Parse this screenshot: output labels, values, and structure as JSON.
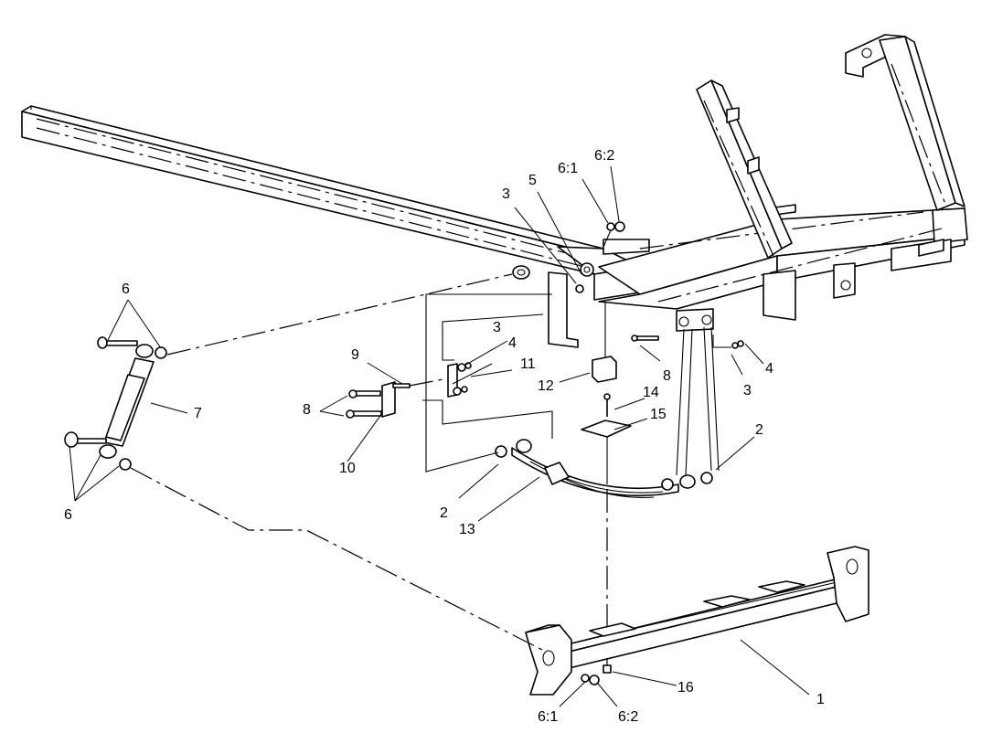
{
  "callouts": {
    "c1": "1",
    "c2a": "2",
    "c2b": "2",
    "c3a": "3",
    "c3b": "3",
    "c3c": "3",
    "c4a": "4",
    "c4b": "4",
    "c5": "5",
    "c6a": "6",
    "c6b": "6",
    "c6_1a": "6:1",
    "c6_2a": "6:2",
    "c6_1b": "6:1",
    "c6_2b": "6:2",
    "c7": "7",
    "c8a": "8",
    "c8b": "8",
    "c9": "9",
    "c10": "10",
    "c11": "11",
    "c12": "12",
    "c13": "13",
    "c14": "14",
    "c15": "15",
    "c16": "16"
  }
}
